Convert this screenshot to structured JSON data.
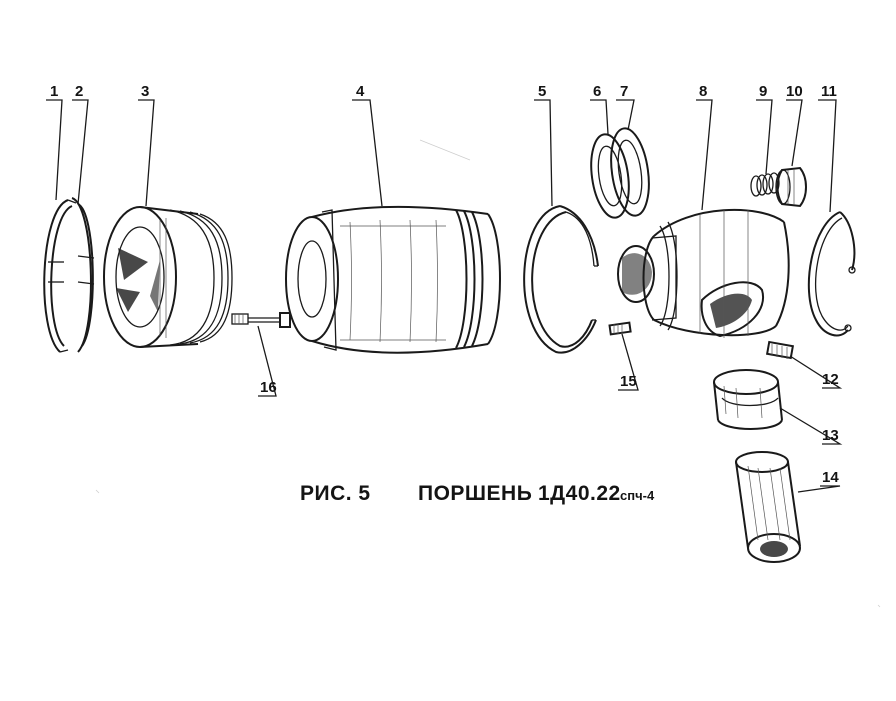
{
  "figure": {
    "caption_label": "РИС. 5",
    "caption_title": "ПОРШЕНЬ",
    "caption_code": "1Д40.22",
    "caption_suffix": "спч-4"
  },
  "callouts": {
    "c1": "1",
    "c2": "2",
    "c3": "3",
    "c4": "4",
    "c5": "5",
    "c6": "6",
    "c7": "7",
    "c8": "8",
    "c9": "9",
    "c10": "10",
    "c11": "11",
    "c12": "12",
    "c13": "13",
    "c14": "14",
    "c15": "15",
    "c16": "16"
  }
}
